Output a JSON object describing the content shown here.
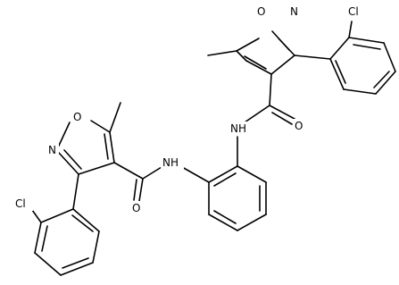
{
  "atom_labels": {
    "o_ring_right": "O",
    "n_ring_right": "N",
    "cl_right": "Cl",
    "nh_right": "NH",
    "o_amide_right": "O",
    "nh_left": "NH",
    "o_amide_left": "O",
    "o_ring_left": "O",
    "n_ring_left": "N",
    "cl_left": "Cl"
  }
}
